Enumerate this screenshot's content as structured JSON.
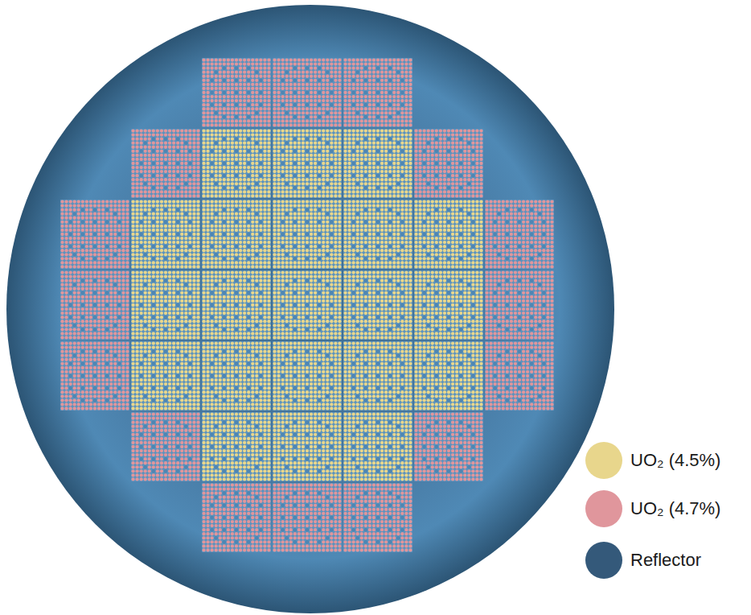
{
  "diagram": {
    "legend": [
      {
        "text": "UO₂ (4.5%)",
        "color": "#e8d68c"
      },
      {
        "text": "UO₂ (4.7%)",
        "color": "#e0969c"
      },
      {
        "text": "Reflector",
        "color": "#34597a"
      }
    ]
  }
}
